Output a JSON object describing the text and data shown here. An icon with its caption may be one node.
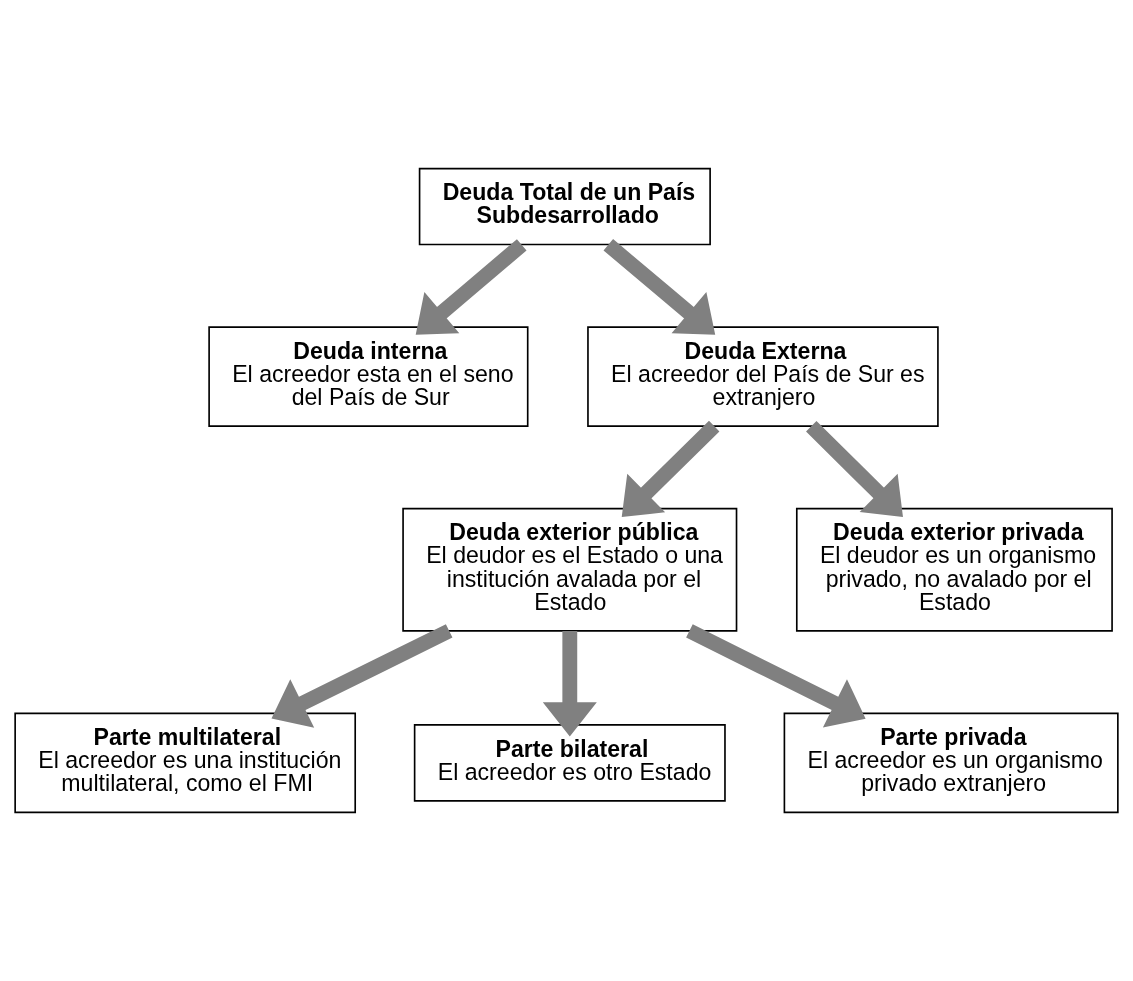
{
  "diagram": {
    "nodes": [
      {
        "text": [
          "Deuda Total de un País Subdesarrollado"
        ]
      },
      {
        "text": [
          "Deuda interna",
          "El acreedor esta en el seno del País de Sur"
        ]
      },
      {
        "text": [
          "Deuda Externa",
          "El acreedor del País de Sur es extranjero"
        ]
      },
      {
        "text": [
          "Deuda exterior pública",
          "El deudor es el Estado o una institución avalada por el Estado"
        ]
      },
      {
        "text": [
          "Deuda exterior privada",
          "El deudor es un organismo privado, no avalado por el Estado"
        ]
      },
      {
        "text": [
          "Parte multilateral",
          "El acreedor es una institución multilateral, como el FMI"
        ]
      },
      {
        "text": [
          "Parte bilateral",
          "El acreedor es otro Estado"
        ]
      },
      {
        "text": [
          "Parte privada",
          "El acreedor es un organismo privado extranjero"
        ]
      }
    ],
    "edges": [
      {
        "from": 0,
        "to": 1,
        "arrow": "to"
      },
      {
        "from": 0,
        "to": 2,
        "arrow": "to"
      },
      {
        "from": 2,
        "to": 3,
        "arrow": "to"
      },
      {
        "from": 2,
        "to": 4,
        "arrow": "to"
      },
      {
        "from": 3,
        "to": 5,
        "arrow": "to"
      },
      {
        "from": 3,
        "to": 6,
        "arrow": "to"
      },
      {
        "from": 3,
        "to": 7,
        "arrow": "to"
      }
    ]
  }
}
